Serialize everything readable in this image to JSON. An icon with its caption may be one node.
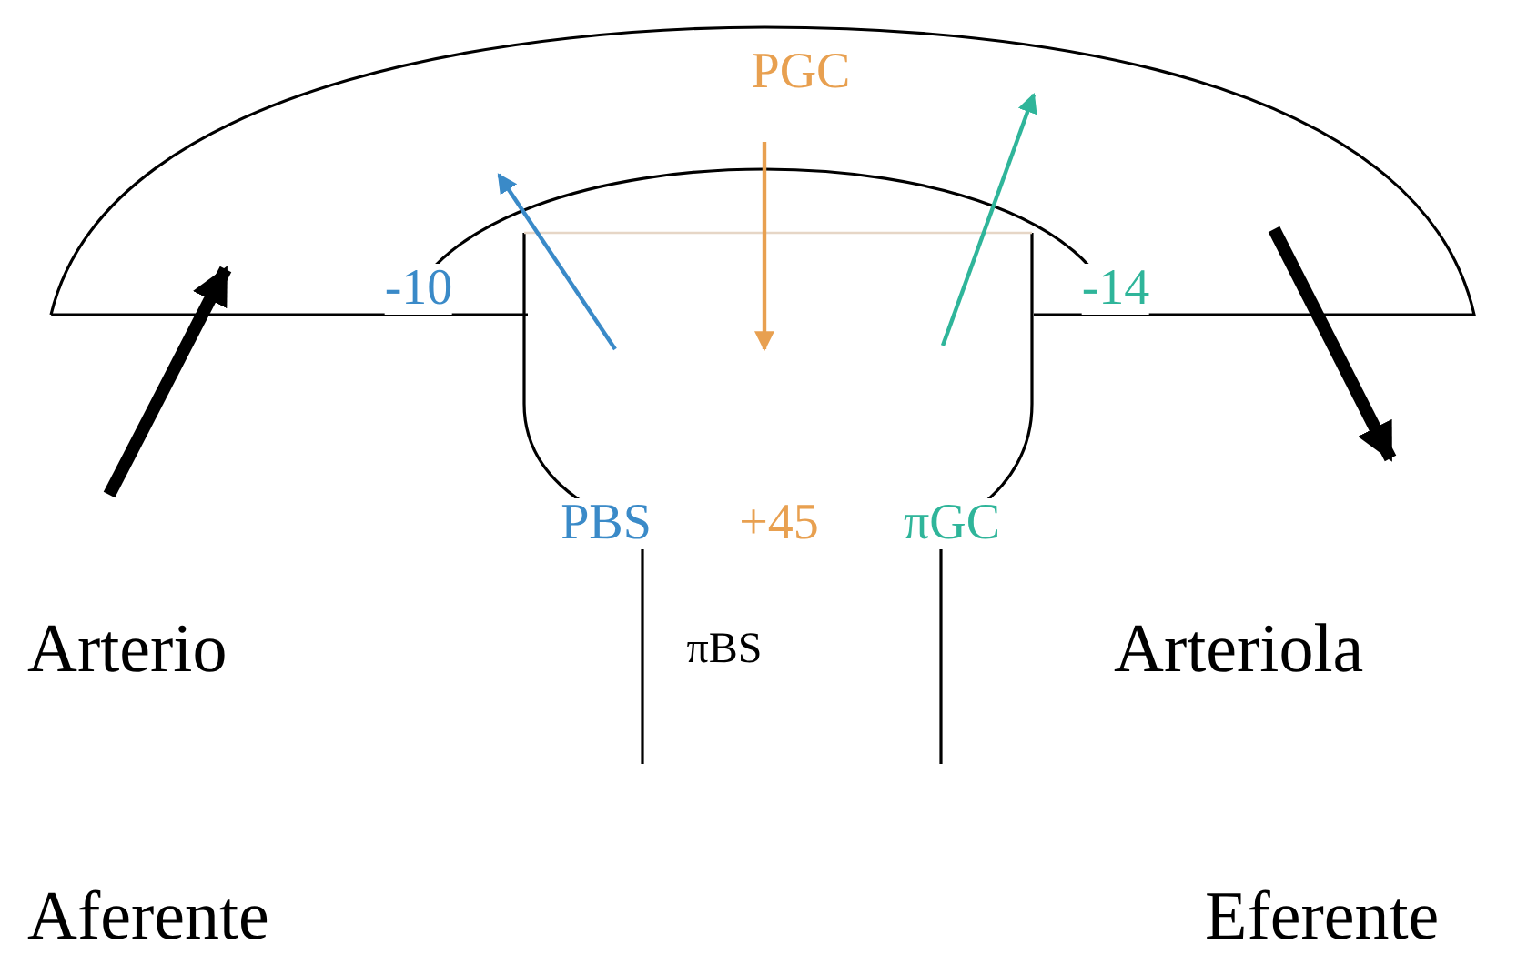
{
  "diagram": {
    "labels": [
      "PGC",
      "-10",
      "-14",
      "PBS",
      "+45",
      "πGC",
      "Arterio",
      "πBS",
      "Arteriola",
      "Aferente",
      "Eferente"
    ]
  }
}
